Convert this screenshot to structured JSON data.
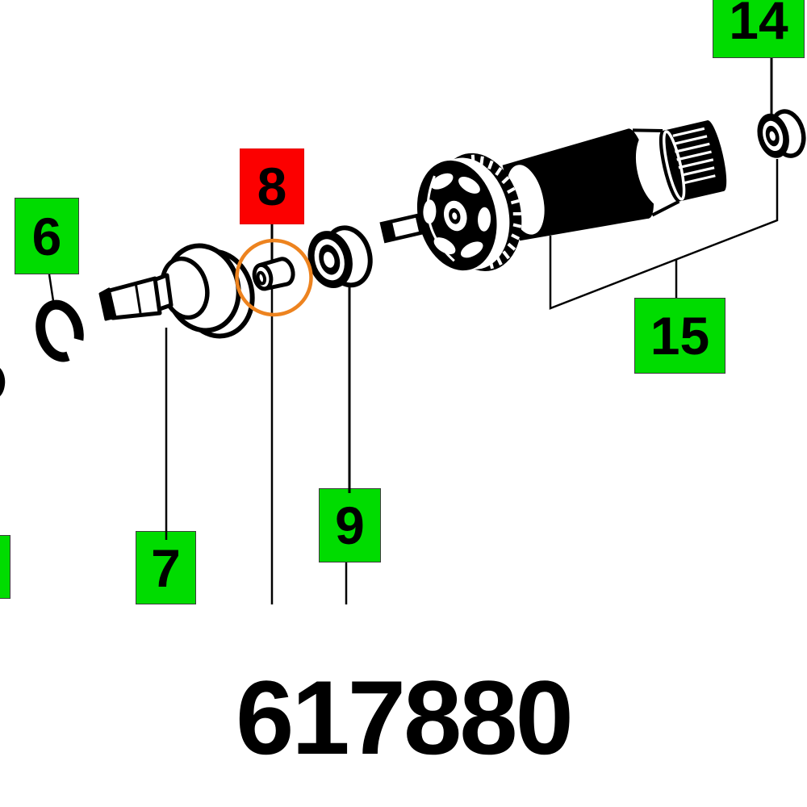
{
  "diagram": {
    "part_number": "617880",
    "labels": [
      {
        "number": "6",
        "style": "green"
      },
      {
        "number": "7",
        "style": "green"
      },
      {
        "number": "8",
        "style": "red"
      },
      {
        "number": "9",
        "style": "green"
      },
      {
        "number": "14",
        "style": "green"
      },
      {
        "number": "15",
        "style": "green"
      }
    ],
    "partial_label": {
      "style": "green",
      "number": ""
    },
    "parts": [
      "retaining-ring",
      "gear-shaft-with-flange",
      "spacer-sleeve",
      "ball-bearing",
      "ball-bearing-small",
      "armature-with-fan-assembly",
      "edge-partial-part"
    ],
    "colors": {
      "label_green": "#00DC00",
      "label_red": "#FC0000",
      "highlight_orange": "#ED831F",
      "ink": "#000000",
      "background": "#FFFFFF"
    }
  }
}
